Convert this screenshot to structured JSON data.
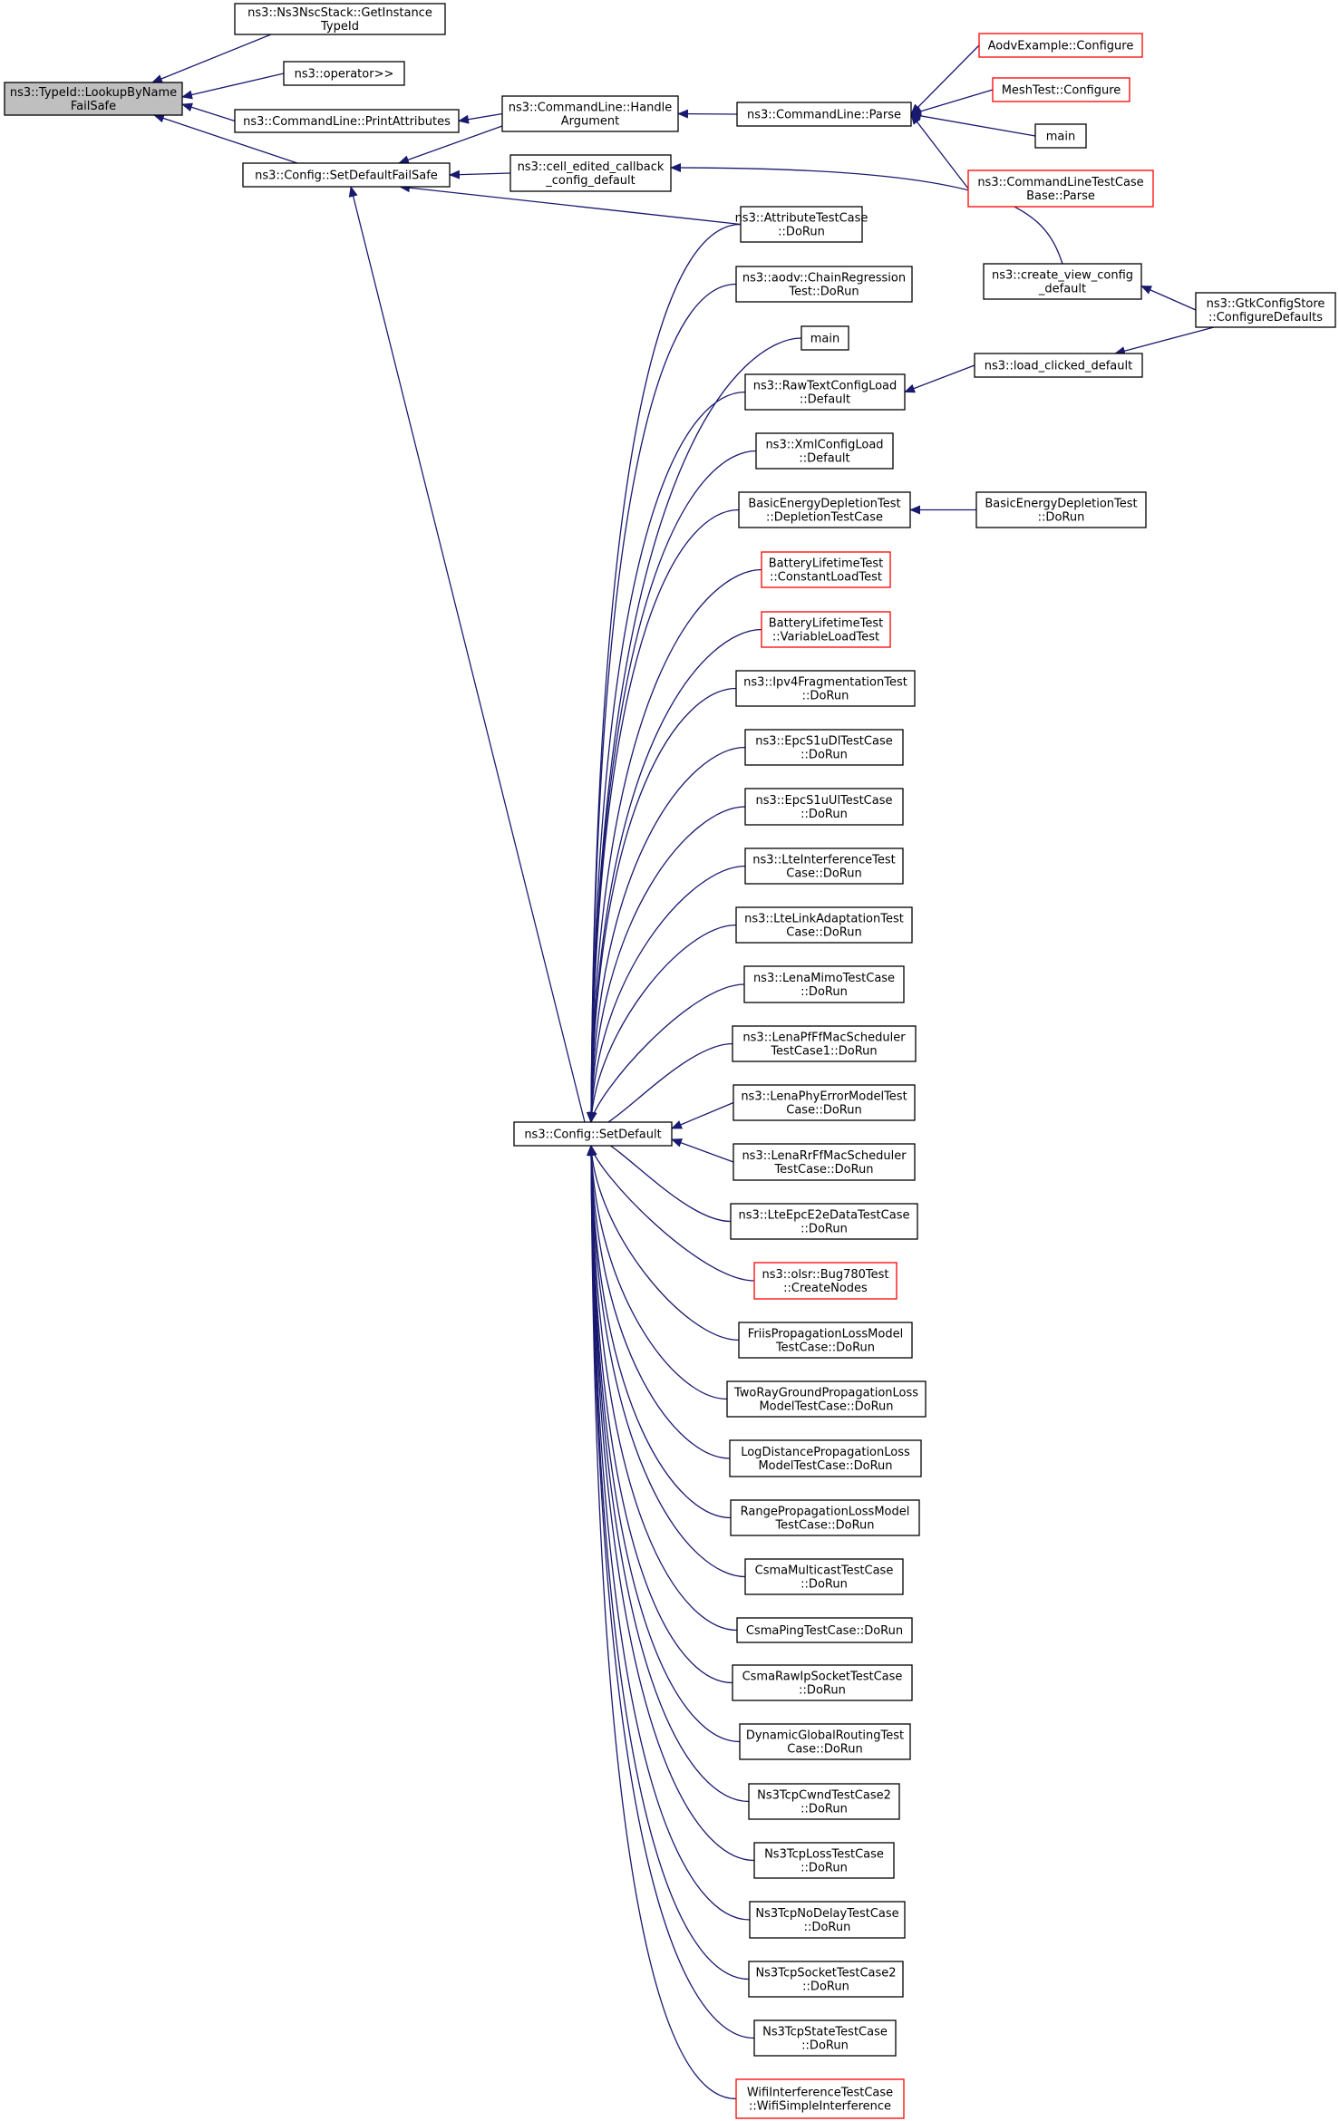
{
  "colors": {
    "edge": "#191970",
    "root_fill": "#bfbfbf",
    "link_border": "#000000",
    "external_border": "#ff0000"
  },
  "nodes": [
    {
      "id": "root",
      "lines": [
        "ns3::TypeId::LookupByName",
        "FailSafe"
      ],
      "style": "root"
    },
    {
      "id": "getinstance",
      "lines": [
        "ns3::Ns3NscStack::GetInstance",
        "TypeId"
      ]
    },
    {
      "id": "operator",
      "lines": [
        "ns3::operator>>"
      ]
    },
    {
      "id": "printattr",
      "lines": [
        "ns3::CommandLine::PrintAttributes"
      ]
    },
    {
      "id": "setdefaultfailsafe",
      "lines": [
        "ns3::Config::SetDefaultFailSafe"
      ]
    },
    {
      "id": "handlearg",
      "lines": [
        "ns3::CommandLine::Handle",
        "Argument"
      ]
    },
    {
      "id": "celledited",
      "lines": [
        "ns3::cell_edited_callback",
        "_config_default"
      ]
    },
    {
      "id": "parse",
      "lines": [
        "ns3::CommandLine::Parse"
      ]
    },
    {
      "id": "aodvconf",
      "lines": [
        "AodvExample::Configure"
      ],
      "style": "red"
    },
    {
      "id": "meshconf",
      "lines": [
        "MeshTest::Configure"
      ],
      "style": "red"
    },
    {
      "id": "main1",
      "lines": [
        "main"
      ]
    },
    {
      "id": "cltcparse",
      "lines": [
        "ns3::CommandLineTestCase",
        "Base::Parse"
      ],
      "style": "red"
    },
    {
      "id": "attrtest",
      "lines": [
        "ns3::AttributeTestCase",
        "::DoRun"
      ]
    },
    {
      "id": "createview",
      "lines": [
        "ns3::create_view_config",
        "_default"
      ]
    },
    {
      "id": "gtkconf",
      "lines": [
        "ns3::GtkConfigStore",
        "::ConfigureDefaults"
      ]
    },
    {
      "id": "aodvchain",
      "lines": [
        "ns3::aodv::ChainRegression",
        "Test::DoRun"
      ]
    },
    {
      "id": "main2",
      "lines": [
        "main"
      ]
    },
    {
      "id": "rawtext",
      "lines": [
        "ns3::RawTextConfigLoad",
        "::Default"
      ]
    },
    {
      "id": "loadclicked",
      "lines": [
        "ns3::load_clicked_default"
      ]
    },
    {
      "id": "xmlconf",
      "lines": [
        "ns3::XmlConfigLoad",
        "::Default"
      ]
    },
    {
      "id": "basicdepl",
      "lines": [
        "BasicEnergyDepletionTest",
        "::DepletionTestCase"
      ]
    },
    {
      "id": "basicdoRun",
      "lines": [
        "BasicEnergyDepletionTest",
        "::DoRun"
      ]
    },
    {
      "id": "battconst",
      "lines": [
        "BatteryLifetimeTest",
        "::ConstantLoadTest"
      ],
      "style": "red"
    },
    {
      "id": "battvar",
      "lines": [
        "BatteryLifetimeTest",
        "::VariableLoadTest"
      ],
      "style": "red"
    },
    {
      "id": "ipv4frag",
      "lines": [
        "ns3::Ipv4FragmentationTest",
        "::DoRun"
      ]
    },
    {
      "id": "epcdl",
      "lines": [
        "ns3::EpcS1uDlTestCase",
        "::DoRun"
      ]
    },
    {
      "id": "epcul",
      "lines": [
        "ns3::EpcS1uUlTestCase",
        "::DoRun"
      ]
    },
    {
      "id": "lteinterf",
      "lines": [
        "ns3::LteInterferenceTest",
        "Case::DoRun"
      ]
    },
    {
      "id": "ltelink",
      "lines": [
        "ns3::LteLinkAdaptationTest",
        "Case::DoRun"
      ]
    },
    {
      "id": "lenamimo",
      "lines": [
        "ns3::LenaMimoTestCase",
        "::DoRun"
      ]
    },
    {
      "id": "lenapf",
      "lines": [
        "ns3::LenaPfFfMacScheduler",
        "TestCase1::DoRun"
      ]
    },
    {
      "id": "setdefault",
      "lines": [
        "ns3::Config::SetDefault"
      ]
    },
    {
      "id": "lenaphy",
      "lines": [
        "ns3::LenaPhyErrorModelTest",
        "Case::DoRun"
      ]
    },
    {
      "id": "lenarr",
      "lines": [
        "ns3::LenaRrFfMacScheduler",
        "TestCase::DoRun"
      ]
    },
    {
      "id": "lteepc",
      "lines": [
        "ns3::LteEpcE2eDataTestCase",
        "::DoRun"
      ]
    },
    {
      "id": "olsr",
      "lines": [
        "ns3::olsr::Bug780Test",
        "::CreateNodes"
      ],
      "style": "red"
    },
    {
      "id": "friis",
      "lines": [
        "FriisPropagationLossModel",
        "TestCase::DoRun"
      ]
    },
    {
      "id": "tworay",
      "lines": [
        "TwoRayGroundPropagationLoss",
        "ModelTestCase::DoRun"
      ]
    },
    {
      "id": "logdist",
      "lines": [
        "LogDistancePropagationLoss",
        "ModelTestCase::DoRun"
      ]
    },
    {
      "id": "rangeprop",
      "lines": [
        "RangePropagationLossModel",
        "TestCase::DoRun"
      ]
    },
    {
      "id": "csmamulti",
      "lines": [
        "CsmaMulticastTestCase",
        "::DoRun"
      ]
    },
    {
      "id": "csmaping",
      "lines": [
        "CsmaPingTestCase::DoRun"
      ]
    },
    {
      "id": "csmaraw",
      "lines": [
        "CsmaRawIpSocketTestCase",
        "::DoRun"
      ]
    },
    {
      "id": "dynglob",
      "lines": [
        "DynamicGlobalRoutingTest",
        "Case::DoRun"
      ]
    },
    {
      "id": "tcpcwnd",
      "lines": [
        "Ns3TcpCwndTestCase2",
        "::DoRun"
      ]
    },
    {
      "id": "tcploss",
      "lines": [
        "Ns3TcpLossTestCase",
        "::DoRun"
      ]
    },
    {
      "id": "tcpnodelay",
      "lines": [
        "Ns3TcpNoDelayTestCase",
        "::DoRun"
      ]
    },
    {
      "id": "tcpsocket",
      "lines": [
        "Ns3TcpSocketTestCase2",
        "::DoRun"
      ]
    },
    {
      "id": "tcpstate",
      "lines": [
        "Ns3TcpStateTestCase",
        "::DoRun"
      ]
    },
    {
      "id": "wifiinterf",
      "lines": [
        "WifiInterferenceTestCase",
        "::WifiSimpleInterference"
      ],
      "style": "red"
    }
  ],
  "edges": [
    [
      "getinstance",
      "root"
    ],
    [
      "operator",
      "root"
    ],
    [
      "printattr",
      "root"
    ],
    [
      "setdefaultfailsafe",
      "root"
    ],
    [
      "handlearg",
      "printattr"
    ],
    [
      "parse",
      "handlearg"
    ],
    [
      "aodvconf",
      "parse"
    ],
    [
      "meshconf",
      "parse"
    ],
    [
      "main1",
      "parse"
    ],
    [
      "cltcparse",
      "parse"
    ],
    [
      "handlearg",
      "setdefaultfailsafe"
    ],
    [
      "celledited",
      "setdefaultfailsafe"
    ],
    [
      "attrtest",
      "setdefaultfailsafe"
    ],
    [
      "setdefault",
      "setdefaultfailsafe"
    ],
    [
      "createview",
      "celledited"
    ],
    [
      "gtkconf",
      "createview"
    ],
    [
      "gtkconf",
      "loadclicked"
    ],
    [
      "loadclicked",
      "rawtext"
    ],
    [
      "basicdoRun",
      "basicdepl"
    ],
    [
      "attrtest",
      "setdefault"
    ],
    [
      "aodvchain",
      "setdefault"
    ],
    [
      "main2",
      "setdefault"
    ],
    [
      "rawtext",
      "setdefault"
    ],
    [
      "xmlconf",
      "setdefault"
    ],
    [
      "basicdepl",
      "setdefault"
    ],
    [
      "battconst",
      "setdefault"
    ],
    [
      "battvar",
      "setdefault"
    ],
    [
      "ipv4frag",
      "setdefault"
    ],
    [
      "epcdl",
      "setdefault"
    ],
    [
      "epcul",
      "setdefault"
    ],
    [
      "lteinterf",
      "setdefault"
    ],
    [
      "ltelink",
      "setdefault"
    ],
    [
      "lenamimo",
      "setdefault"
    ],
    [
      "lenapf",
      "setdefault"
    ],
    [
      "lenaphy",
      "setdefault"
    ],
    [
      "lenarr",
      "setdefault"
    ],
    [
      "lteepc",
      "setdefault"
    ],
    [
      "olsr",
      "setdefault"
    ],
    [
      "friis",
      "setdefault"
    ],
    [
      "tworay",
      "setdefault"
    ],
    [
      "logdist",
      "setdefault"
    ],
    [
      "rangeprop",
      "setdefault"
    ],
    [
      "csmamulti",
      "setdefault"
    ],
    [
      "csmaping",
      "setdefault"
    ],
    [
      "csmaraw",
      "setdefault"
    ],
    [
      "dynglob",
      "setdefault"
    ],
    [
      "tcpcwnd",
      "setdefault"
    ],
    [
      "tcploss",
      "setdefault"
    ],
    [
      "tcpnodelay",
      "setdefault"
    ],
    [
      "tcpsocket",
      "setdefault"
    ],
    [
      "tcpstate",
      "setdefault"
    ],
    [
      "wifiinterf",
      "setdefault"
    ]
  ]
}
